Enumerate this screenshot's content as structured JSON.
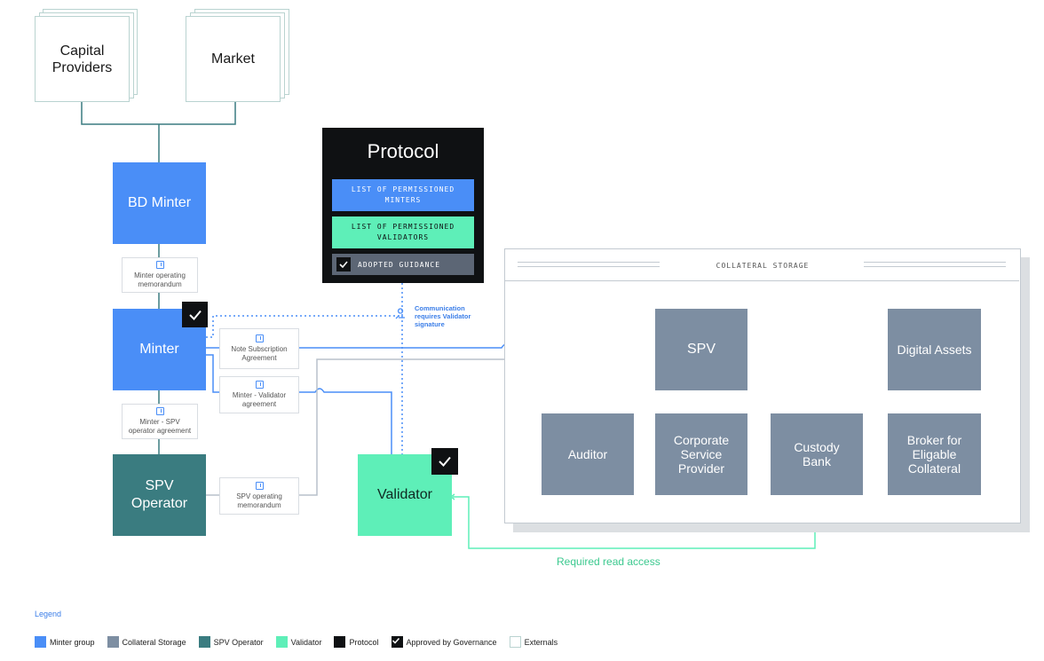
{
  "externals": {
    "capital_providers": "Capital Providers",
    "market": "Market"
  },
  "nodes": {
    "bd_minter": "BD Minter",
    "minter": "Minter",
    "spv_operator": "SPV Operator",
    "validator": "Validator",
    "spv": "SPV",
    "digital_assets": "Digital Assets",
    "auditor": "Auditor",
    "corporate_service_provider": "Corporate Service Provider",
    "custody_bank": "Custody Bank",
    "broker": "Broker for Eligable Collateral"
  },
  "protocol": {
    "title": "Protocol",
    "list_minters": "LIST OF PERMISSIONED MINTERS",
    "list_validators": "LIST OF PERMISSIONED VALIDATORS",
    "adopted_guidance": "ADOPTED GUIDANCE"
  },
  "collateral_storage": {
    "title": "COLLATERAL STORAGE"
  },
  "documents": {
    "minter_operating_memorandum": "Minter operating memorandum",
    "note_subscription_agreement": "Note Subscription Agreement",
    "minter_validator_agreement": "Minter - Validator agreement",
    "minter_spv_operator_agreement": "Minter - SPV operator agreement",
    "spv_operating_memorandum": "SPV operating memorandum"
  },
  "annotations": {
    "communication": "Communication requires Validator signature",
    "read_access": "Required read access"
  },
  "legend": {
    "title": "Legend",
    "items": [
      {
        "label": "Minter group",
        "color": "#4a8ef7"
      },
      {
        "label": "Collateral Storage",
        "color": "#7d8ea2"
      },
      {
        "label": "SPV Operator",
        "color": "#3a7c80"
      },
      {
        "label": "Validator",
        "color": "#5eefb8"
      },
      {
        "label": "Protocol",
        "color": "#0f1113"
      },
      {
        "label": "Approved by Governance",
        "icon": "checkmark-icon"
      },
      {
        "label": "Externals",
        "color": "#ffffff"
      }
    ]
  }
}
